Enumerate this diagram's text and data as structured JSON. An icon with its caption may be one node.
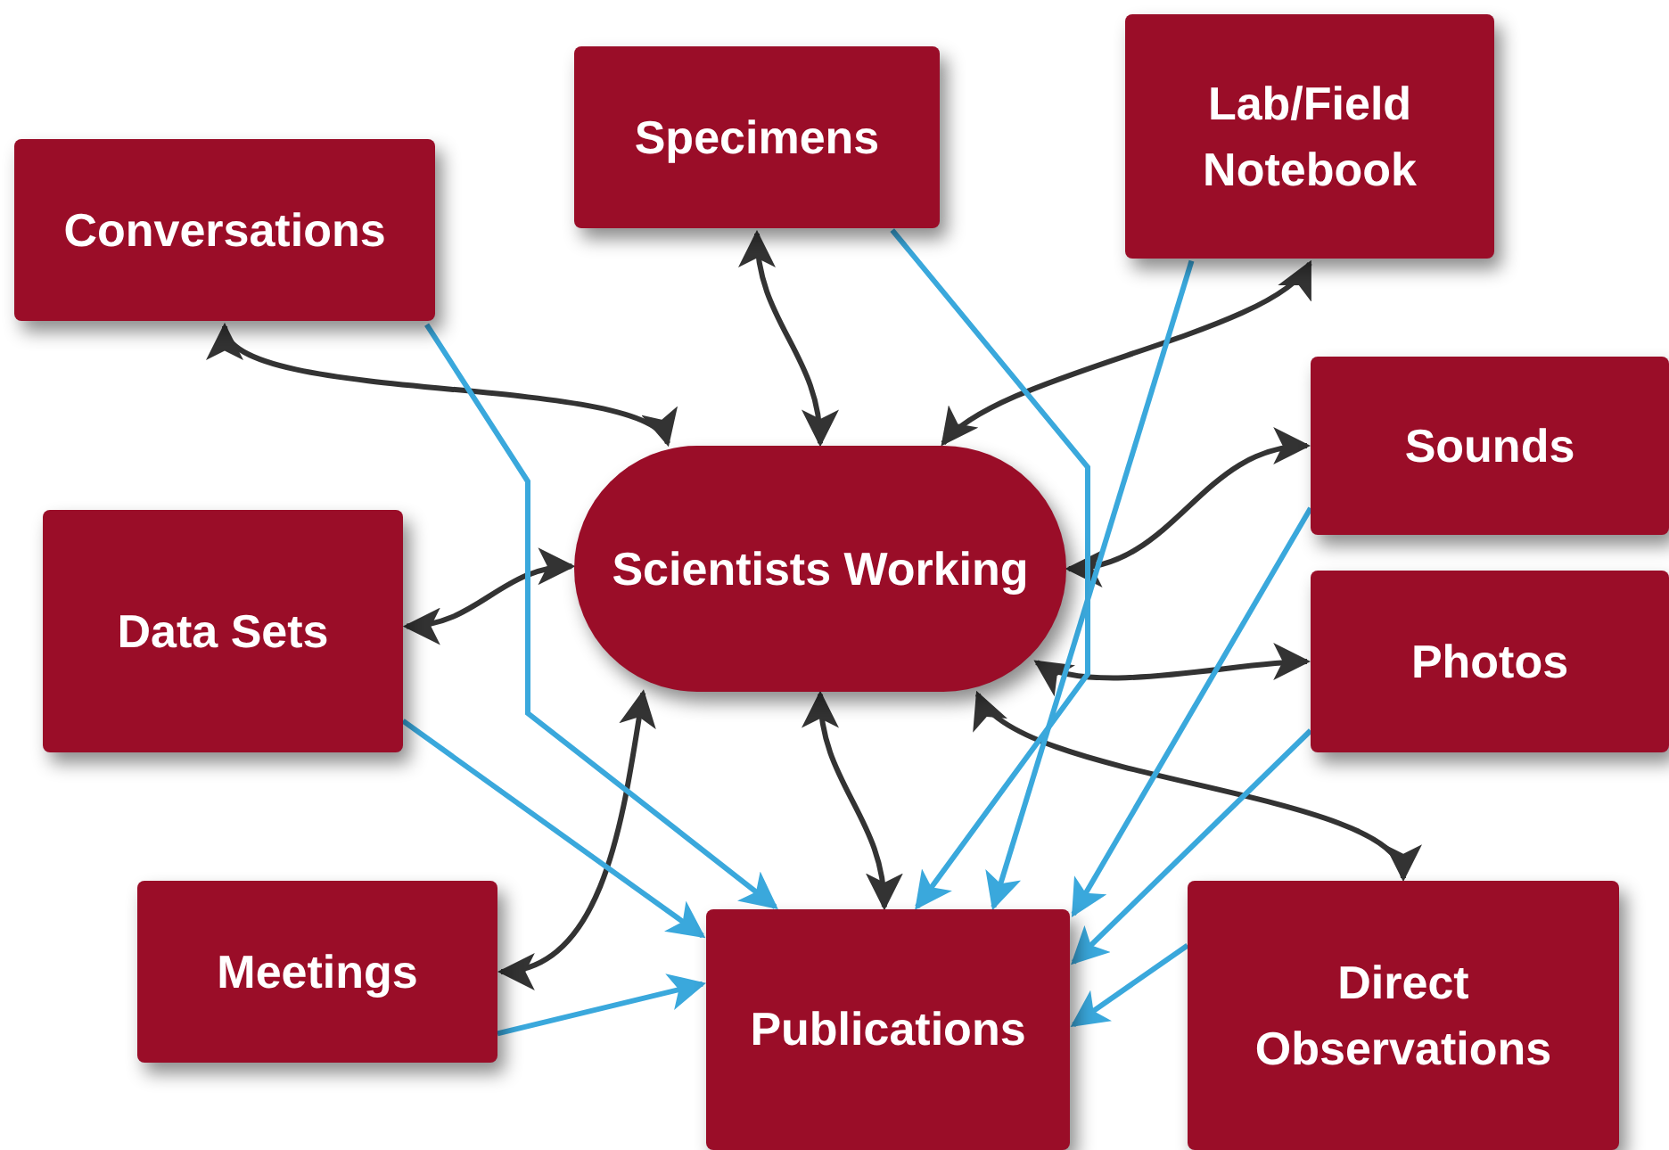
{
  "diagram": {
    "nodes": [
      {
        "text": [
          "Conversations"
        ]
      },
      {
        "text": [
          "Specimens"
        ]
      },
      {
        "text": [
          "Lab/Field Notebook"
        ]
      },
      {
        "text": [
          "Sounds"
        ]
      },
      {
        "text": [
          "Data Sets"
        ]
      },
      {
        "text": [
          "Scientists Working"
        ]
      },
      {
        "text": [
          "Photos"
        ]
      },
      {
        "text": [
          "Meetings"
        ]
      },
      {
        "text": [
          "Publications"
        ]
      },
      {
        "text": [
          "Direct Observations"
        ]
      }
    ],
    "edges": [
      {
        "from": 5,
        "to": 0,
        "arrow": "both"
      },
      {
        "from": 5,
        "to": 1,
        "arrow": "both"
      },
      {
        "from": 5,
        "to": 2,
        "arrow": "both"
      },
      {
        "from": 5,
        "to": 3,
        "arrow": "both"
      },
      {
        "from": 5,
        "to": 4,
        "arrow": "both"
      },
      {
        "from": 5,
        "to": 6,
        "arrow": "both"
      },
      {
        "from": 5,
        "to": 7,
        "arrow": "both"
      },
      {
        "from": 5,
        "to": 8,
        "arrow": "both"
      },
      {
        "from": 5,
        "to": 9,
        "arrow": "both"
      },
      {
        "from": 0,
        "to": 8,
        "arrow": "to",
        "color": "#3aa8dc"
      },
      {
        "from": 1,
        "to": 8,
        "arrow": "to",
        "color": "#3aa8dc"
      },
      {
        "from": 2,
        "to": 8,
        "arrow": "to",
        "color": "#3aa8dc"
      },
      {
        "from": 3,
        "to": 8,
        "arrow": "to",
        "color": "#3aa8dc"
      },
      {
        "from": 4,
        "to": 8,
        "arrow": "to",
        "color": "#3aa8dc"
      },
      {
        "from": 6,
        "to": 8,
        "arrow": "to",
        "color": "#3aa8dc"
      },
      {
        "from": 7,
        "to": 8,
        "arrow": "to",
        "color": "#3aa8dc"
      },
      {
        "from": 9,
        "to": 8,
        "arrow": "to",
        "color": "#3aa8dc"
      }
    ]
  }
}
